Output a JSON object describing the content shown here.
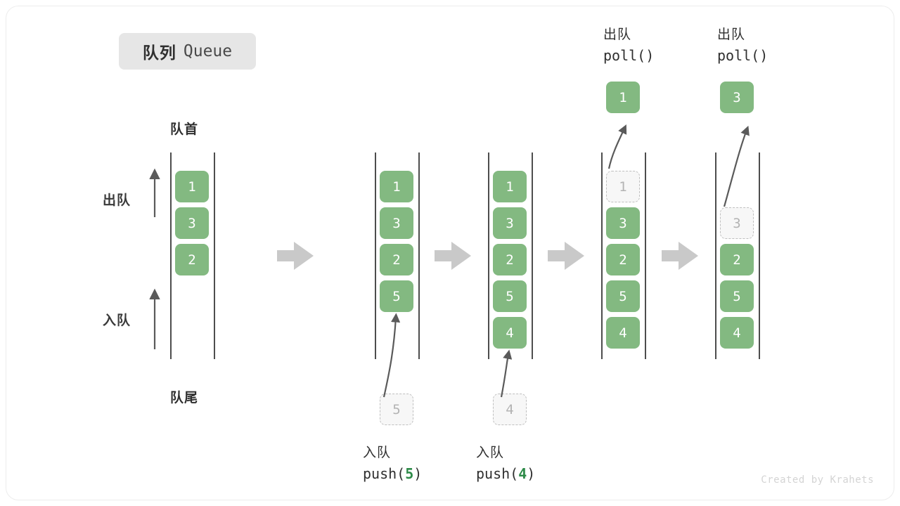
{
  "title": {
    "cn": "队列",
    "en": "Queue"
  },
  "labels": {
    "front": "队首",
    "rear": "队尾",
    "dequeue_side": "出队",
    "enqueue_side": "入队"
  },
  "colors": {
    "element": "#83b981",
    "ghost_fill": "#f7f7f7",
    "ghost_border": "#bfbfbf",
    "rail": "#4d4d4d",
    "flow_arrow": "#c9c9c9",
    "accent_text": "#2e8b49",
    "badge_bg": "#e6e6e6"
  },
  "columns": [
    {
      "name": "initial-queue",
      "slots": [
        {
          "value": "1",
          "state": "filled"
        },
        {
          "value": "3",
          "state": "filled"
        },
        {
          "value": "2",
          "state": "filled"
        }
      ]
    },
    {
      "name": "after-push-5",
      "slots": [
        {
          "value": "1",
          "state": "filled"
        },
        {
          "value": "3",
          "state": "filled"
        },
        {
          "value": "2",
          "state": "filled"
        },
        {
          "value": "5",
          "state": "filled"
        }
      ],
      "incoming": {
        "value": "5",
        "state": "ghost"
      },
      "caption": {
        "cn": "入队",
        "code_prefix": "push(",
        "arg": "5",
        "code_suffix": ")"
      }
    },
    {
      "name": "after-push-4",
      "slots": [
        {
          "value": "1",
          "state": "filled"
        },
        {
          "value": "3",
          "state": "filled"
        },
        {
          "value": "2",
          "state": "filled"
        },
        {
          "value": "5",
          "state": "filled"
        },
        {
          "value": "4",
          "state": "filled"
        }
      ],
      "incoming": {
        "value": "4",
        "state": "ghost"
      },
      "caption": {
        "cn": "入队",
        "code_prefix": "push(",
        "arg": "4",
        "code_suffix": ")"
      }
    },
    {
      "name": "after-poll-1",
      "slots": [
        {
          "value": "1",
          "state": "ghost"
        },
        {
          "value": "3",
          "state": "filled"
        },
        {
          "value": "2",
          "state": "filled"
        },
        {
          "value": "5",
          "state": "filled"
        },
        {
          "value": "4",
          "state": "filled"
        }
      ],
      "outgoing": {
        "value": "1",
        "state": "popped"
      },
      "caption": {
        "cn": "出队",
        "code_prefix": "poll(",
        "arg": "",
        "code_suffix": ")"
      }
    },
    {
      "name": "after-poll-3",
      "slots": [
        {
          "value": "",
          "state": "empty"
        },
        {
          "value": "3",
          "state": "ghost"
        },
        {
          "value": "2",
          "state": "filled"
        },
        {
          "value": "5",
          "state": "filled"
        },
        {
          "value": "4",
          "state": "filled"
        }
      ],
      "outgoing": {
        "value": "3",
        "state": "popped"
      },
      "caption": {
        "cn": "出队",
        "code_prefix": "poll(",
        "arg": "",
        "code_suffix": ")"
      }
    }
  ],
  "footer": "Created by Krahets"
}
